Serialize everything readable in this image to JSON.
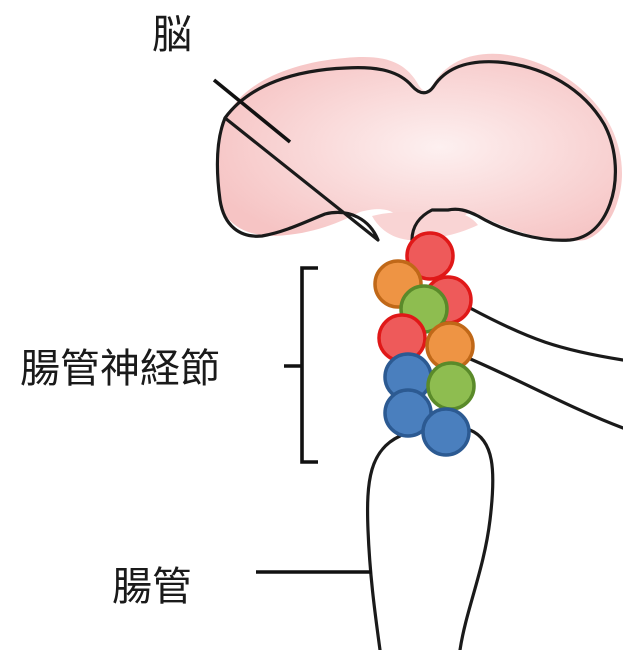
{
  "labels": {
    "brain": "脳",
    "enteric_ganglion": "腸管神経節",
    "gut": "腸管"
  },
  "colors": {
    "brain_fill_center": "#fde8e8",
    "brain_fill_edge": "#f4b8b8",
    "outline": "#1a1a1a",
    "neuron_red": "#ee5a5a",
    "neuron_red_stroke": "#e01818",
    "neuron_orange": "#ee9444",
    "neuron_orange_stroke": "#c06818",
    "neuron_green": "#8ebd50",
    "neuron_green_stroke": "#5a8a2a",
    "neuron_blue": "#4a7fbe",
    "neuron_blue_stroke": "#2c5a92"
  },
  "neurons": [
    {
      "color": "red"
    },
    {
      "color": "red"
    },
    {
      "color": "orange"
    },
    {
      "color": "green"
    },
    {
      "color": "red"
    },
    {
      "color": "orange"
    },
    {
      "color": "blue"
    },
    {
      "color": "green"
    },
    {
      "color": "blue"
    },
    {
      "color": "blue"
    }
  ]
}
